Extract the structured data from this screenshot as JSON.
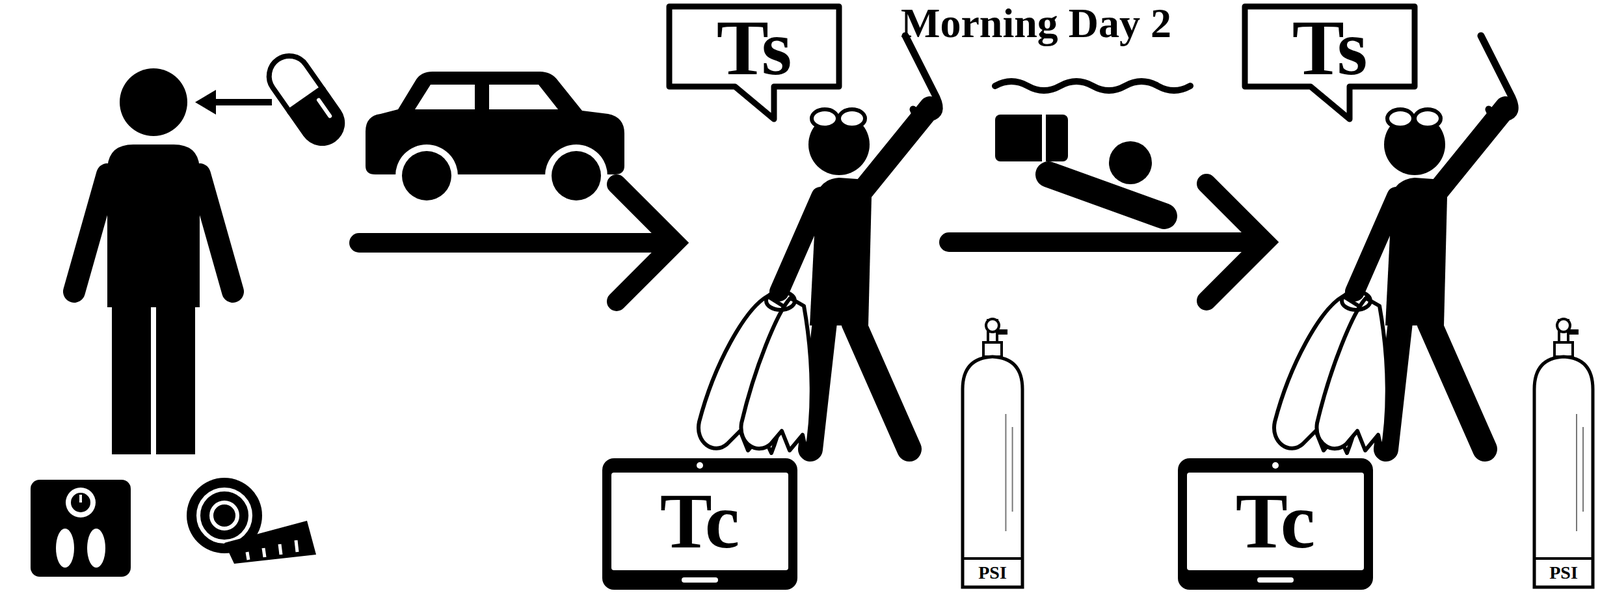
{
  "diagram": {
    "nodes": [
      {
        "text": [
          "Ts"
        ]
      },
      {
        "text": [
          "Tc"
        ]
      },
      {
        "text": [
          "PSI"
        ]
      },
      {
        "text": [
          "Ts"
        ]
      },
      {
        "text": [
          "Tc"
        ]
      },
      {
        "text": [
          "PSI"
        ]
      }
    ],
    "labels": [
      "Morning Day 2"
    ]
  }
}
